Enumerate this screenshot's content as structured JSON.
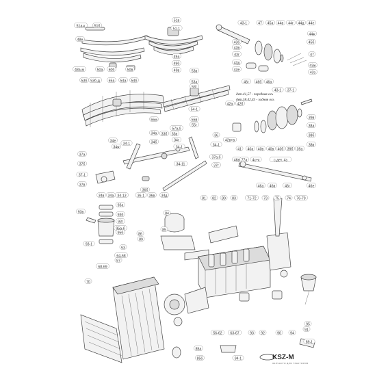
{
  "brand": {
    "logo": "KSZ-M",
    "tagline": "ЗАПЧАСТИ ДЛЯ ТРАКТОРОВ"
  },
  "notes": [
    "дет.41,57 - передняя ось",
    "дет.58,42,43 - задняя ось"
  ],
  "callouts": {
    "spring_left": [
      "51а-к",
      "51б",
      "48е",
      "48а-м",
      "50а",
      "50б",
      "50в",
      "53б",
      "53б-д",
      "55а",
      "54а",
      "54б",
      "55м"
    ],
    "spring_center": [
      "51в",
      "51-1",
      "49а",
      "49б",
      "49в",
      "53в",
      "53а",
      "53г",
      "54-1",
      "55в",
      "55г"
    ],
    "axle_top": [
      "43-1",
      "47",
      "45а",
      "44в",
      "44г",
      "44д",
      "44е",
      "44ж",
      "43б",
      "43в",
      "43г",
      "43д",
      "43е",
      "45б",
      "46г",
      "46б",
      "46а",
      "47",
      "43ж",
      "43з"
    ],
    "axle_mid": [
      "43-1",
      "37-1",
      "42а",
      "42б",
      "42в+в",
      "41",
      "40а",
      "40в",
      "40в",
      "40б",
      "39б",
      "39а",
      "39в",
      "38а",
      "38б",
      "38в"
    ],
    "bar_right": [
      "46в",
      "77а",
      "4с+к",
      "с,дет. 4з",
      "46а",
      "46в",
      "46г",
      "46е"
    ],
    "steering": [
      "34-1",
      "57а,б",
      "34а",
      "34б",
      "33б",
      "33в",
      "34г",
      "34-1",
      "36",
      "37а",
      "37б",
      "37-1",
      "37в",
      "34-11",
      "37г",
      "34в",
      "34а",
      "34-13",
      "36-1",
      "36б",
      "36в",
      "34д",
      "34е",
      "34ж",
      "37а,б",
      "34-1"
    ],
    "filter_left": [
      "93а",
      "93б",
      "93в",
      "93г",
      "95а-б",
      "95б",
      "93-1"
    ],
    "engine": [
      "81",
      "82",
      "80",
      "83",
      "71-72",
      "73",
      "75",
      "74",
      "76-79",
      "84",
      "85",
      "86",
      "89",
      "63",
      "64-68",
      "87",
      "68-69",
      "70",
      "56-62",
      "63-67",
      "93",
      "92",
      "90",
      "94",
      "95",
      "91",
      "89-1",
      "85а",
      "85б",
      "94-1"
    ]
  }
}
